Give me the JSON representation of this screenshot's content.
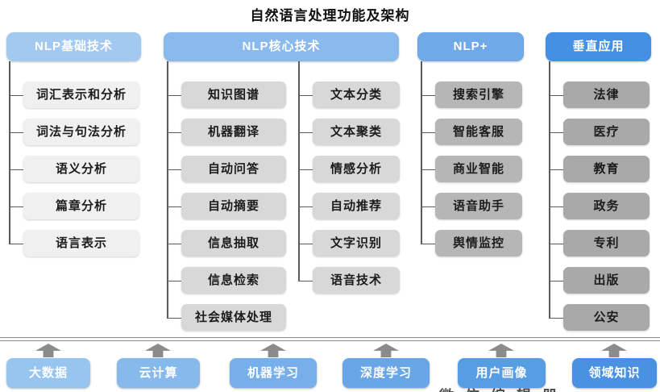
{
  "title": "自然语言处理功能及架构",
  "columns": [
    {
      "header": "NLP基础技术",
      "header_color": "#a4c9f0",
      "items": [
        "词汇表示和分析",
        "词法与句法分析",
        "语义分析",
        "篇章分析",
        "语言表示"
      ]
    },
    {
      "header": "NLP核心技术",
      "header_color": "#8ab9ed",
      "items_left": [
        "知识图谱",
        "机器翻译",
        "自动问答",
        "自动摘要",
        "信息抽取",
        "信息检索",
        "社会媒体处理"
      ],
      "items_right": [
        "文本分类",
        "文本聚类",
        "情感分析",
        "自动推荐",
        "文字识别",
        "语音技术"
      ]
    },
    {
      "header": "NLP+",
      "header_color": "#6fa9e8",
      "items": [
        "搜索引擎",
        "智能客服",
        "商业智能",
        "语音助手",
        "舆情监控"
      ]
    },
    {
      "header": "垂直应用",
      "header_color": "#4590e2",
      "items": [
        "法律",
        "医疗",
        "教育",
        "政务",
        "专利",
        "出版",
        "公安"
      ]
    }
  ],
  "foundations": [
    {
      "label": "大数据",
      "color": "#98c5f0"
    },
    {
      "label": "云计算",
      "color": "#86b9ec"
    },
    {
      "label": "机器学习",
      "color": "#76afe9"
    },
    {
      "label": "深度学习",
      "color": "#68a6e7"
    },
    {
      "label": "用户画像",
      "color": "#579de4"
    },
    {
      "label": "领域知识",
      "color": "#4892e1"
    }
  ],
  "watermark": "微信编辑器"
}
